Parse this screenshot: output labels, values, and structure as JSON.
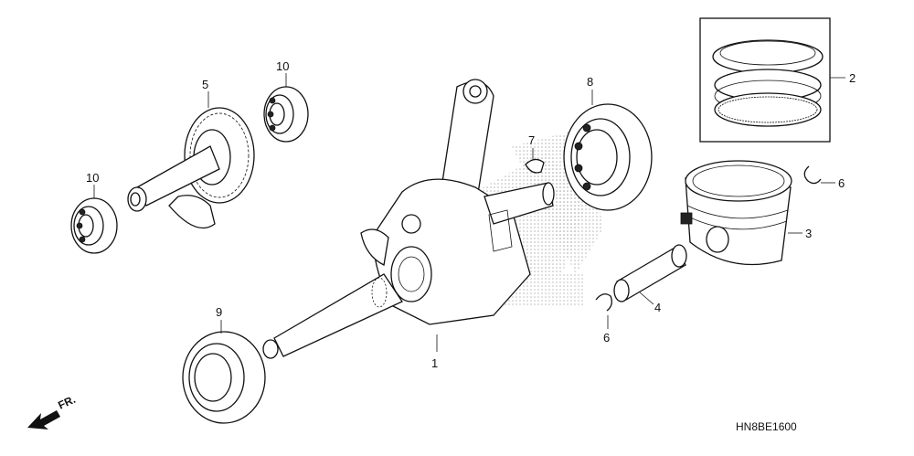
{
  "callouts": {
    "c1": "1",
    "c2": "2",
    "c3": "3",
    "c4": "4",
    "c5": "5",
    "c6a": "6",
    "c6b": "6",
    "c7": "7",
    "c8": "8",
    "c9": "9",
    "c10a": "10",
    "c10b": "10"
  },
  "diagram_code": "HN8BE1600",
  "front_label": "FR.",
  "colors": {
    "ink": "#111111",
    "watermark": "#c8c8c8",
    "background": "#ffffff"
  }
}
